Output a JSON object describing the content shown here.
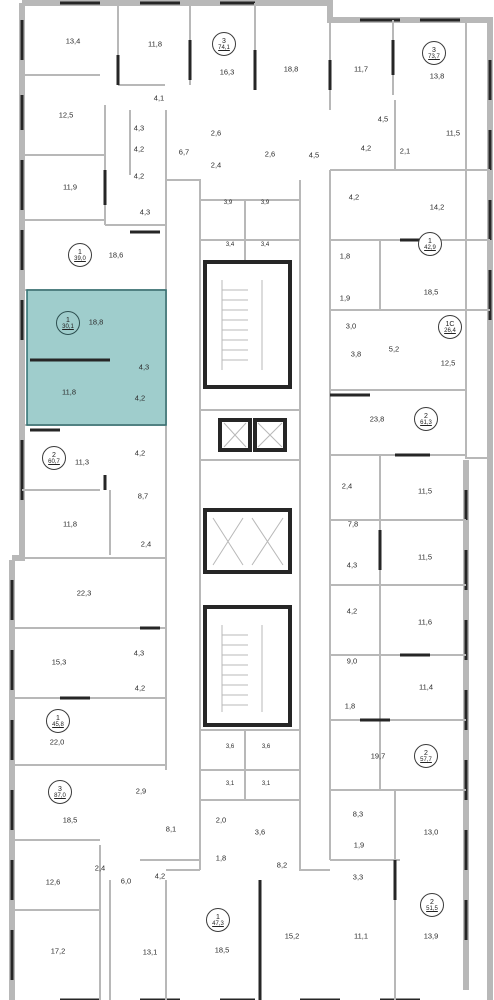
{
  "floor_plan": {
    "highlight_color": "#9fcdcc",
    "apartments": [
      {
        "id": "a1",
        "rooms": "3",
        "total": "74,1",
        "selected": false
      },
      {
        "id": "a2",
        "rooms": "3",
        "total": "73,7",
        "selected": false
      },
      {
        "id": "a3",
        "rooms": "1",
        "total": "39,0",
        "selected": false
      },
      {
        "id": "a4",
        "rooms": "1",
        "total": "42,9",
        "selected": false
      },
      {
        "id": "a5",
        "rooms": "1",
        "total": "30,1",
        "selected": true
      },
      {
        "id": "a6",
        "rooms": "1С",
        "total": "26,4",
        "selected": false
      },
      {
        "id": "a7",
        "rooms": "2",
        "total": "61,3",
        "selected": false
      },
      {
        "id": "a8",
        "rooms": "2",
        "total": "60,7",
        "selected": false
      },
      {
        "id": "a9",
        "rooms": "1",
        "total": "45,8",
        "selected": false
      },
      {
        "id": "a10",
        "rooms": "2",
        "total": "57,7",
        "selected": false
      },
      {
        "id": "a11",
        "rooms": "3",
        "total": "87,0",
        "selected": false
      },
      {
        "id": "a12",
        "rooms": "1",
        "total": "47,3",
        "selected": false
      },
      {
        "id": "a13",
        "rooms": "2",
        "total": "51,5",
        "selected": false
      }
    ],
    "room_areas": [
      "13,4",
      "11,8",
      "16,3",
      "18,8",
      "11,7",
      "13,8",
      "4,1",
      "12,5",
      "4,3",
      "4,2",
      "2,6",
      "2,4",
      "6,7",
      "2,6",
      "4,5",
      "4,5",
      "4,2",
      "2,1",
      "11,5",
      "11,9",
      "4,3",
      "4,2",
      "14,2",
      "4,2",
      "18,6",
      "1,8",
      "18,5",
      "1,9",
      "18,8",
      "4,3",
      "4,2",
      "11,8",
      "3,0",
      "3,8",
      "5,2",
      "12,5",
      "23,8",
      "11,3",
      "4,2",
      "2,4",
      "8,7",
      "11,5",
      "7,8",
      "11,8",
      "2,4",
      "11,5",
      "22,3",
      "4,3",
      "4,2",
      "11,6",
      "15,3",
      "4,3",
      "4,2",
      "9,0",
      "11,4",
      "1,8",
      "22,0",
      "19,7",
      "2,9",
      "18,5",
      "8,1",
      "8,3",
      "13,0",
      "2,0",
      "3,6",
      "1,9",
      "2,4",
      "12,6",
      "6,0",
      "4,2",
      "1,8",
      "8,2",
      "3,3",
      "17,2",
      "13,1",
      "18,5",
      "15,2",
      "11,1",
      "13,9"
    ],
    "core_areas": [
      "3,9",
      "3,9",
      "3,4",
      "3,4",
      "3,6",
      "3,6",
      "3,1",
      "3,1"
    ]
  }
}
